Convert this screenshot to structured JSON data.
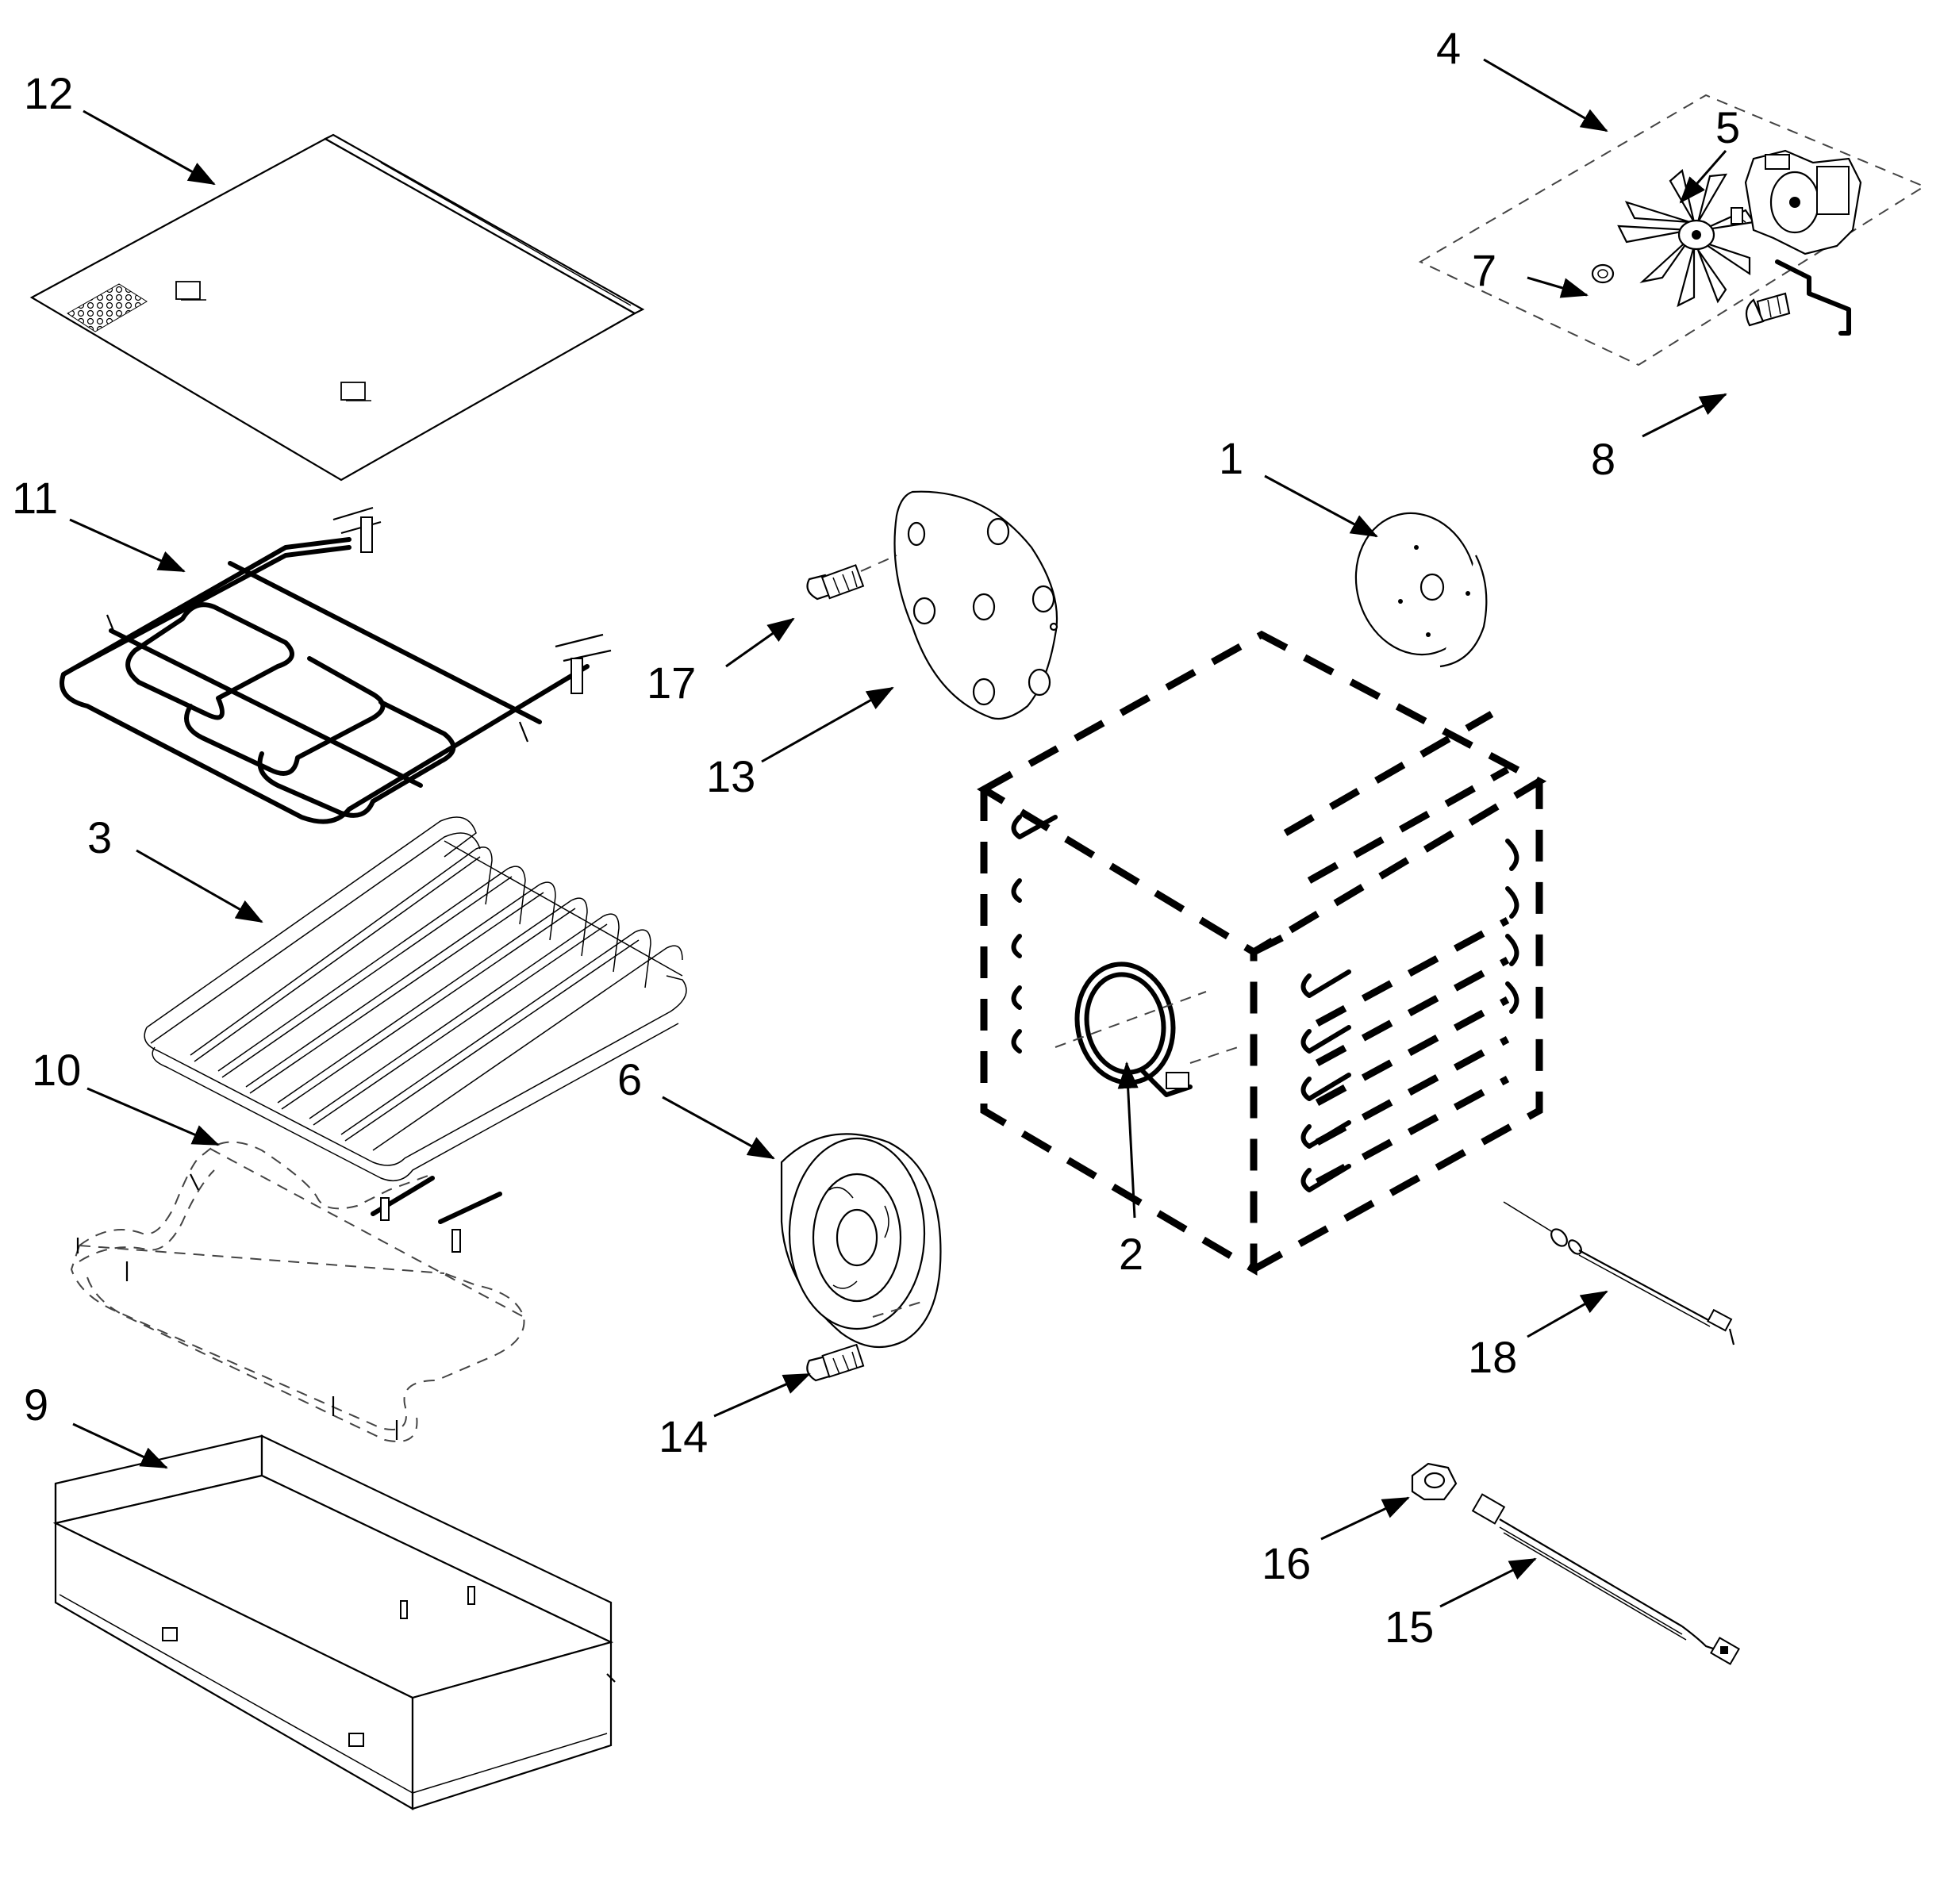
{
  "callouts": [
    {
      "id": "1",
      "label": "1",
      "part": "fan-baffle-disc"
    },
    {
      "id": "2",
      "label": "2",
      "part": "convection-element"
    },
    {
      "id": "3",
      "label": "3",
      "part": "oven-rack"
    },
    {
      "id": "4",
      "label": "4",
      "part": "convection-fan-motor-assembly"
    },
    {
      "id": "5",
      "label": "5",
      "part": "fan-blade"
    },
    {
      "id": "6",
      "label": "6",
      "part": "convection-fan-cover"
    },
    {
      "id": "7",
      "label": "7",
      "part": "fan-nut"
    },
    {
      "id": "8",
      "label": "8",
      "part": "motor-screw"
    },
    {
      "id": "9",
      "label": "9",
      "part": "bottom-panel"
    },
    {
      "id": "10",
      "label": "10",
      "part": "bake-element"
    },
    {
      "id": "11",
      "label": "11",
      "part": "broil-element"
    },
    {
      "id": "12",
      "label": "12",
      "part": "top-panel"
    },
    {
      "id": "13",
      "label": "13",
      "part": "fan-plate"
    },
    {
      "id": "14",
      "label": "14",
      "part": "cover-screw"
    },
    {
      "id": "15",
      "label": "15",
      "part": "temperature-sensor"
    },
    {
      "id": "16",
      "label": "16",
      "part": "sensor-nut"
    },
    {
      "id": "17",
      "label": "17",
      "part": "plate-screw"
    },
    {
      "id": "18",
      "label": "18",
      "part": "probe-rod"
    }
  ]
}
